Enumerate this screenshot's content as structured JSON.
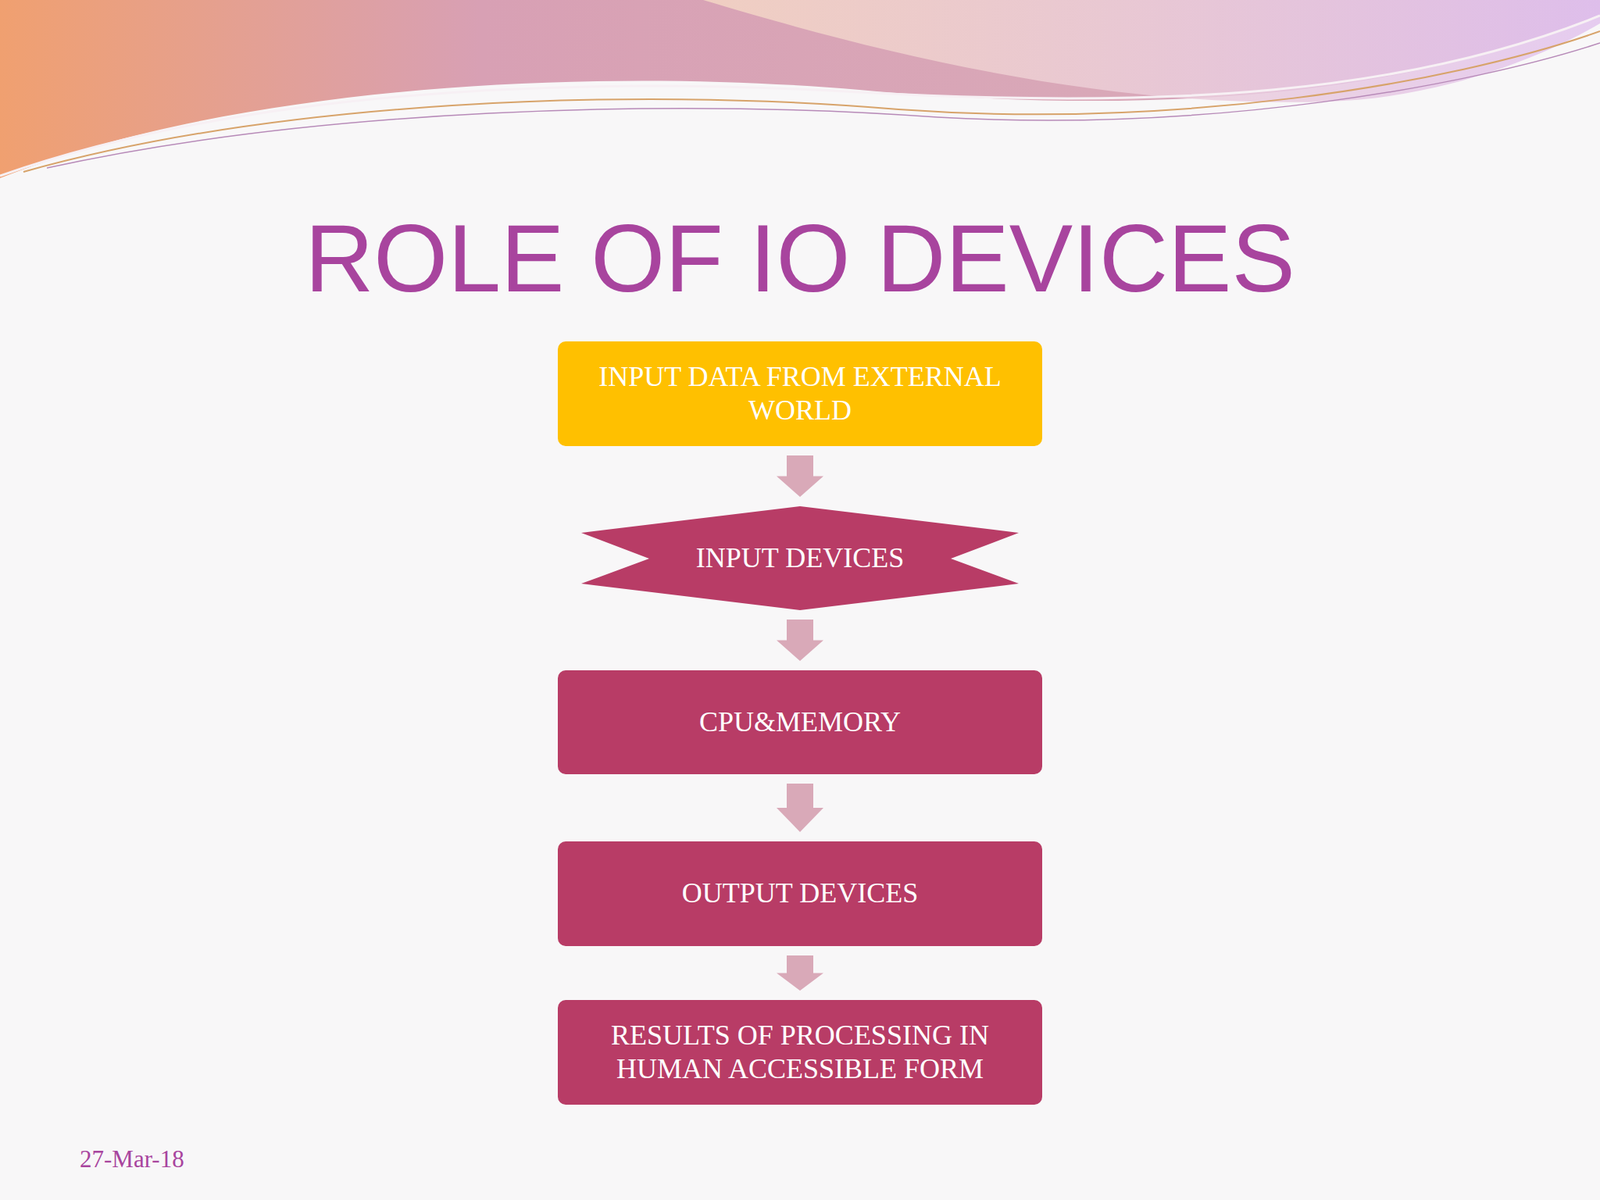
{
  "diagram": {
    "title": "ROLE OF IO DEVICES",
    "nodes": [
      {
        "text": [
          "INPUT DATA FROM EXTERNAL WORLD"
        ]
      },
      {
        "text": [
          "INPUT DEVICES"
        ]
      },
      {
        "text": [
          "CPU&MEMORY"
        ]
      },
      {
        "text": [
          "OUTPUT DEVICES"
        ]
      },
      {
        "text": [
          "RESULTS OF PROCESSING IN HUMAN ACCESSIBLE FORM"
        ]
      }
    ],
    "edges": [
      {
        "from": 0,
        "to": 1,
        "arrow": "to"
      },
      {
        "from": 1,
        "to": 2,
        "arrow": "to"
      },
      {
        "from": 2,
        "to": 3,
        "arrow": "to"
      },
      {
        "from": 3,
        "to": 4,
        "arrow": "to"
      }
    ],
    "labels": [
      "27-Mar-18"
    ]
  }
}
